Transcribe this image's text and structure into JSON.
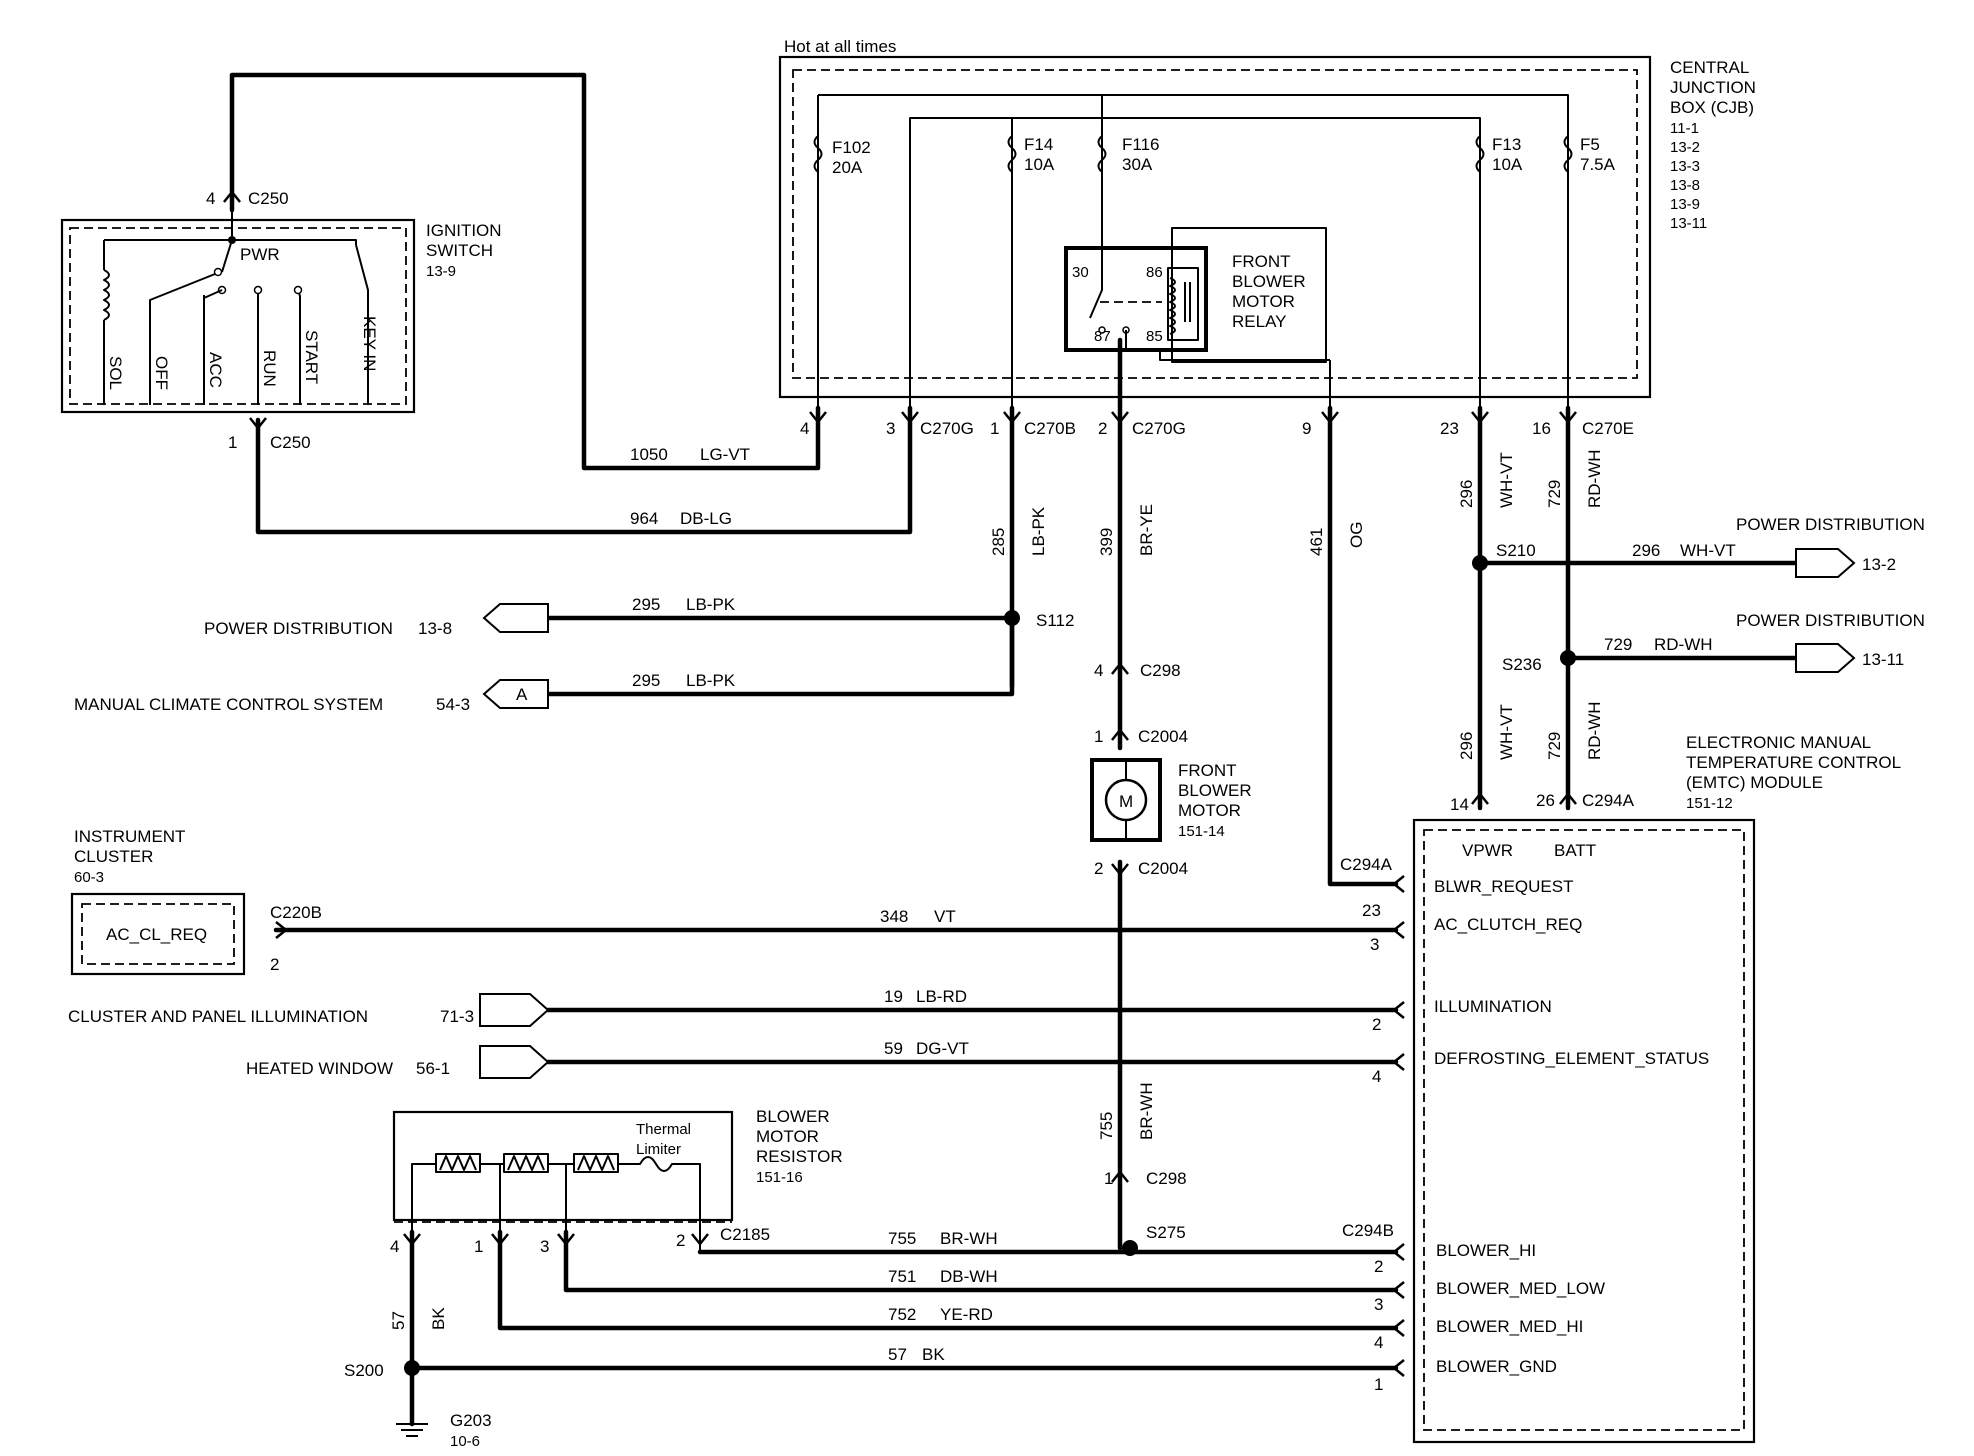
{
  "hot": "Hot at all times",
  "cjb": {
    "title": [
      "CENTRAL",
      "JUNCTION",
      "BOX (CJB)"
    ],
    "refs": [
      "11-1",
      "13-2",
      "13-3",
      "13-8",
      "13-9",
      "13-11"
    ]
  },
  "fuses": [
    {
      "name": "F102",
      "rating": "20A"
    },
    {
      "name": "F14",
      "rating": "10A"
    },
    {
      "name": "F116",
      "rating": "30A"
    },
    {
      "name": "F13",
      "rating": "10A"
    },
    {
      "name": "F5",
      "rating": "7.5A"
    }
  ],
  "relay": {
    "lines": [
      "FRONT",
      "BLOWER",
      "MOTOR",
      "RELAY"
    ],
    "pins": [
      "30",
      "86",
      "87",
      "85"
    ]
  },
  "ignition": {
    "lines": [
      "IGNITION",
      "SWITCH",
      "13-9"
    ],
    "pwr": "PWR",
    "positions": [
      "SOL",
      "OFF",
      "ACC",
      "RUN",
      "START",
      "KEY IN"
    ],
    "top_pin": "4",
    "top_conn": "C250",
    "bot_pin": "1",
    "bot_conn": "C250"
  },
  "cjb_pins": [
    {
      "pin": "4",
      "conn": ""
    },
    {
      "pin": "3",
      "conn": "C270G"
    },
    {
      "pin": "1",
      "conn": "C270B"
    },
    {
      "pin": "2",
      "conn": "C270G"
    },
    {
      "pin": "9",
      "conn": ""
    },
    {
      "pin": "23",
      "conn": ""
    },
    {
      "pin": "16",
      "conn": "C270E"
    }
  ],
  "wires": {
    "w1050": {
      "num": "1050",
      "color": "LG-VT"
    },
    "w964": {
      "num": "964",
      "color": "DB-LG"
    },
    "w285": {
      "num": "285",
      "color": "LB-PK"
    },
    "w399": {
      "num": "399",
      "color": "BR-YE"
    },
    "w461": {
      "num": "461",
      "color": "OG"
    },
    "w296": {
      "num": "296",
      "color": "WH-VT"
    },
    "w729": {
      "num": "729",
      "color": "RD-WH"
    },
    "w295": {
      "num": "295",
      "color": "LB-PK"
    },
    "w348": {
      "num": "348",
      "color": "VT"
    },
    "w19": {
      "num": "19",
      "color": "LB-RD"
    },
    "w59": {
      "num": "59",
      "color": "DG-VT"
    },
    "w755": {
      "num": "755",
      "color": "BR-WH"
    },
    "w751": {
      "num": "751",
      "color": "DB-WH"
    },
    "w752": {
      "num": "752",
      "color": "YE-RD"
    },
    "w57": {
      "num": "57",
      "color": "BK"
    }
  },
  "splices": {
    "s112": "S112",
    "s210": "S210",
    "s236": "S236",
    "s275": "S275",
    "s200": "S200"
  },
  "power_dist": {
    "label": "POWER DISTRIBUTION",
    "ref_13_8": "13-8",
    "ref_13_2": "13-2",
    "ref_13_11": "13-11"
  },
  "manual_climate": {
    "label": "MANUAL CLIMATE CONTROL SYSTEM",
    "ref": "54-3",
    "flag": "A"
  },
  "motor": {
    "lines": [
      "FRONT",
      "BLOWER",
      "MOTOR",
      "151-14"
    ],
    "symbol": "M",
    "c298": "C298",
    "c2004": "C2004",
    "pin4": "4",
    "pin1": "1",
    "pin2": "2",
    "pin1b": "1"
  },
  "cluster": {
    "lines": [
      "INSTRUMENT",
      "CLUSTER",
      "60-3"
    ],
    "signal": "AC_CL_REQ",
    "conn": "C220B",
    "pin": "2"
  },
  "illum": {
    "label": "CLUSTER AND PANEL ILLUMINATION",
    "ref": "71-3"
  },
  "heated": {
    "label": "HEATED WINDOW",
    "ref": "56-1"
  },
  "resistor": {
    "lines": [
      "BLOWER",
      "MOTOR",
      "RESISTOR",
      "151-16"
    ],
    "thermal": [
      "Thermal",
      "Limiter"
    ],
    "pins": [
      "4",
      "1",
      "3",
      "2"
    ],
    "conn": "C2185"
  },
  "ground": {
    "name": "G203",
    "ref": "10-6"
  },
  "emtc": {
    "lines": [
      "ELECTRONIC MANUAL",
      "TEMPERATURE CONTROL",
      "(EMTC) MODULE",
      "151-12"
    ],
    "vpwr": "VPWR",
    "batt": "BATT",
    "pin14": "14",
    "pin26": "26",
    "c294a": "C294A",
    "c294a_left": "C294A",
    "c294b": "C294B",
    "signals": [
      {
        "name": "BLWR_REQUEST",
        "pin": ""
      },
      {
        "name": "AC_CLUTCH_REQ",
        "pin": "23"
      },
      {
        "name": "ILLUMINATION",
        "pin": "2"
      },
      {
        "name": "DEFROSTING_ELEMENT_STATUS",
        "pin": "4"
      },
      {
        "name": "BLOWER_HI",
        "pin": "2"
      },
      {
        "name": "BLOWER_MED_LOW",
        "pin": "3"
      },
      {
        "name": "BLOWER_MED_HI",
        "pin": "4"
      },
      {
        "name": "BLOWER_GND",
        "pin": "1"
      }
    ],
    "ac_pin_below": "3"
  }
}
